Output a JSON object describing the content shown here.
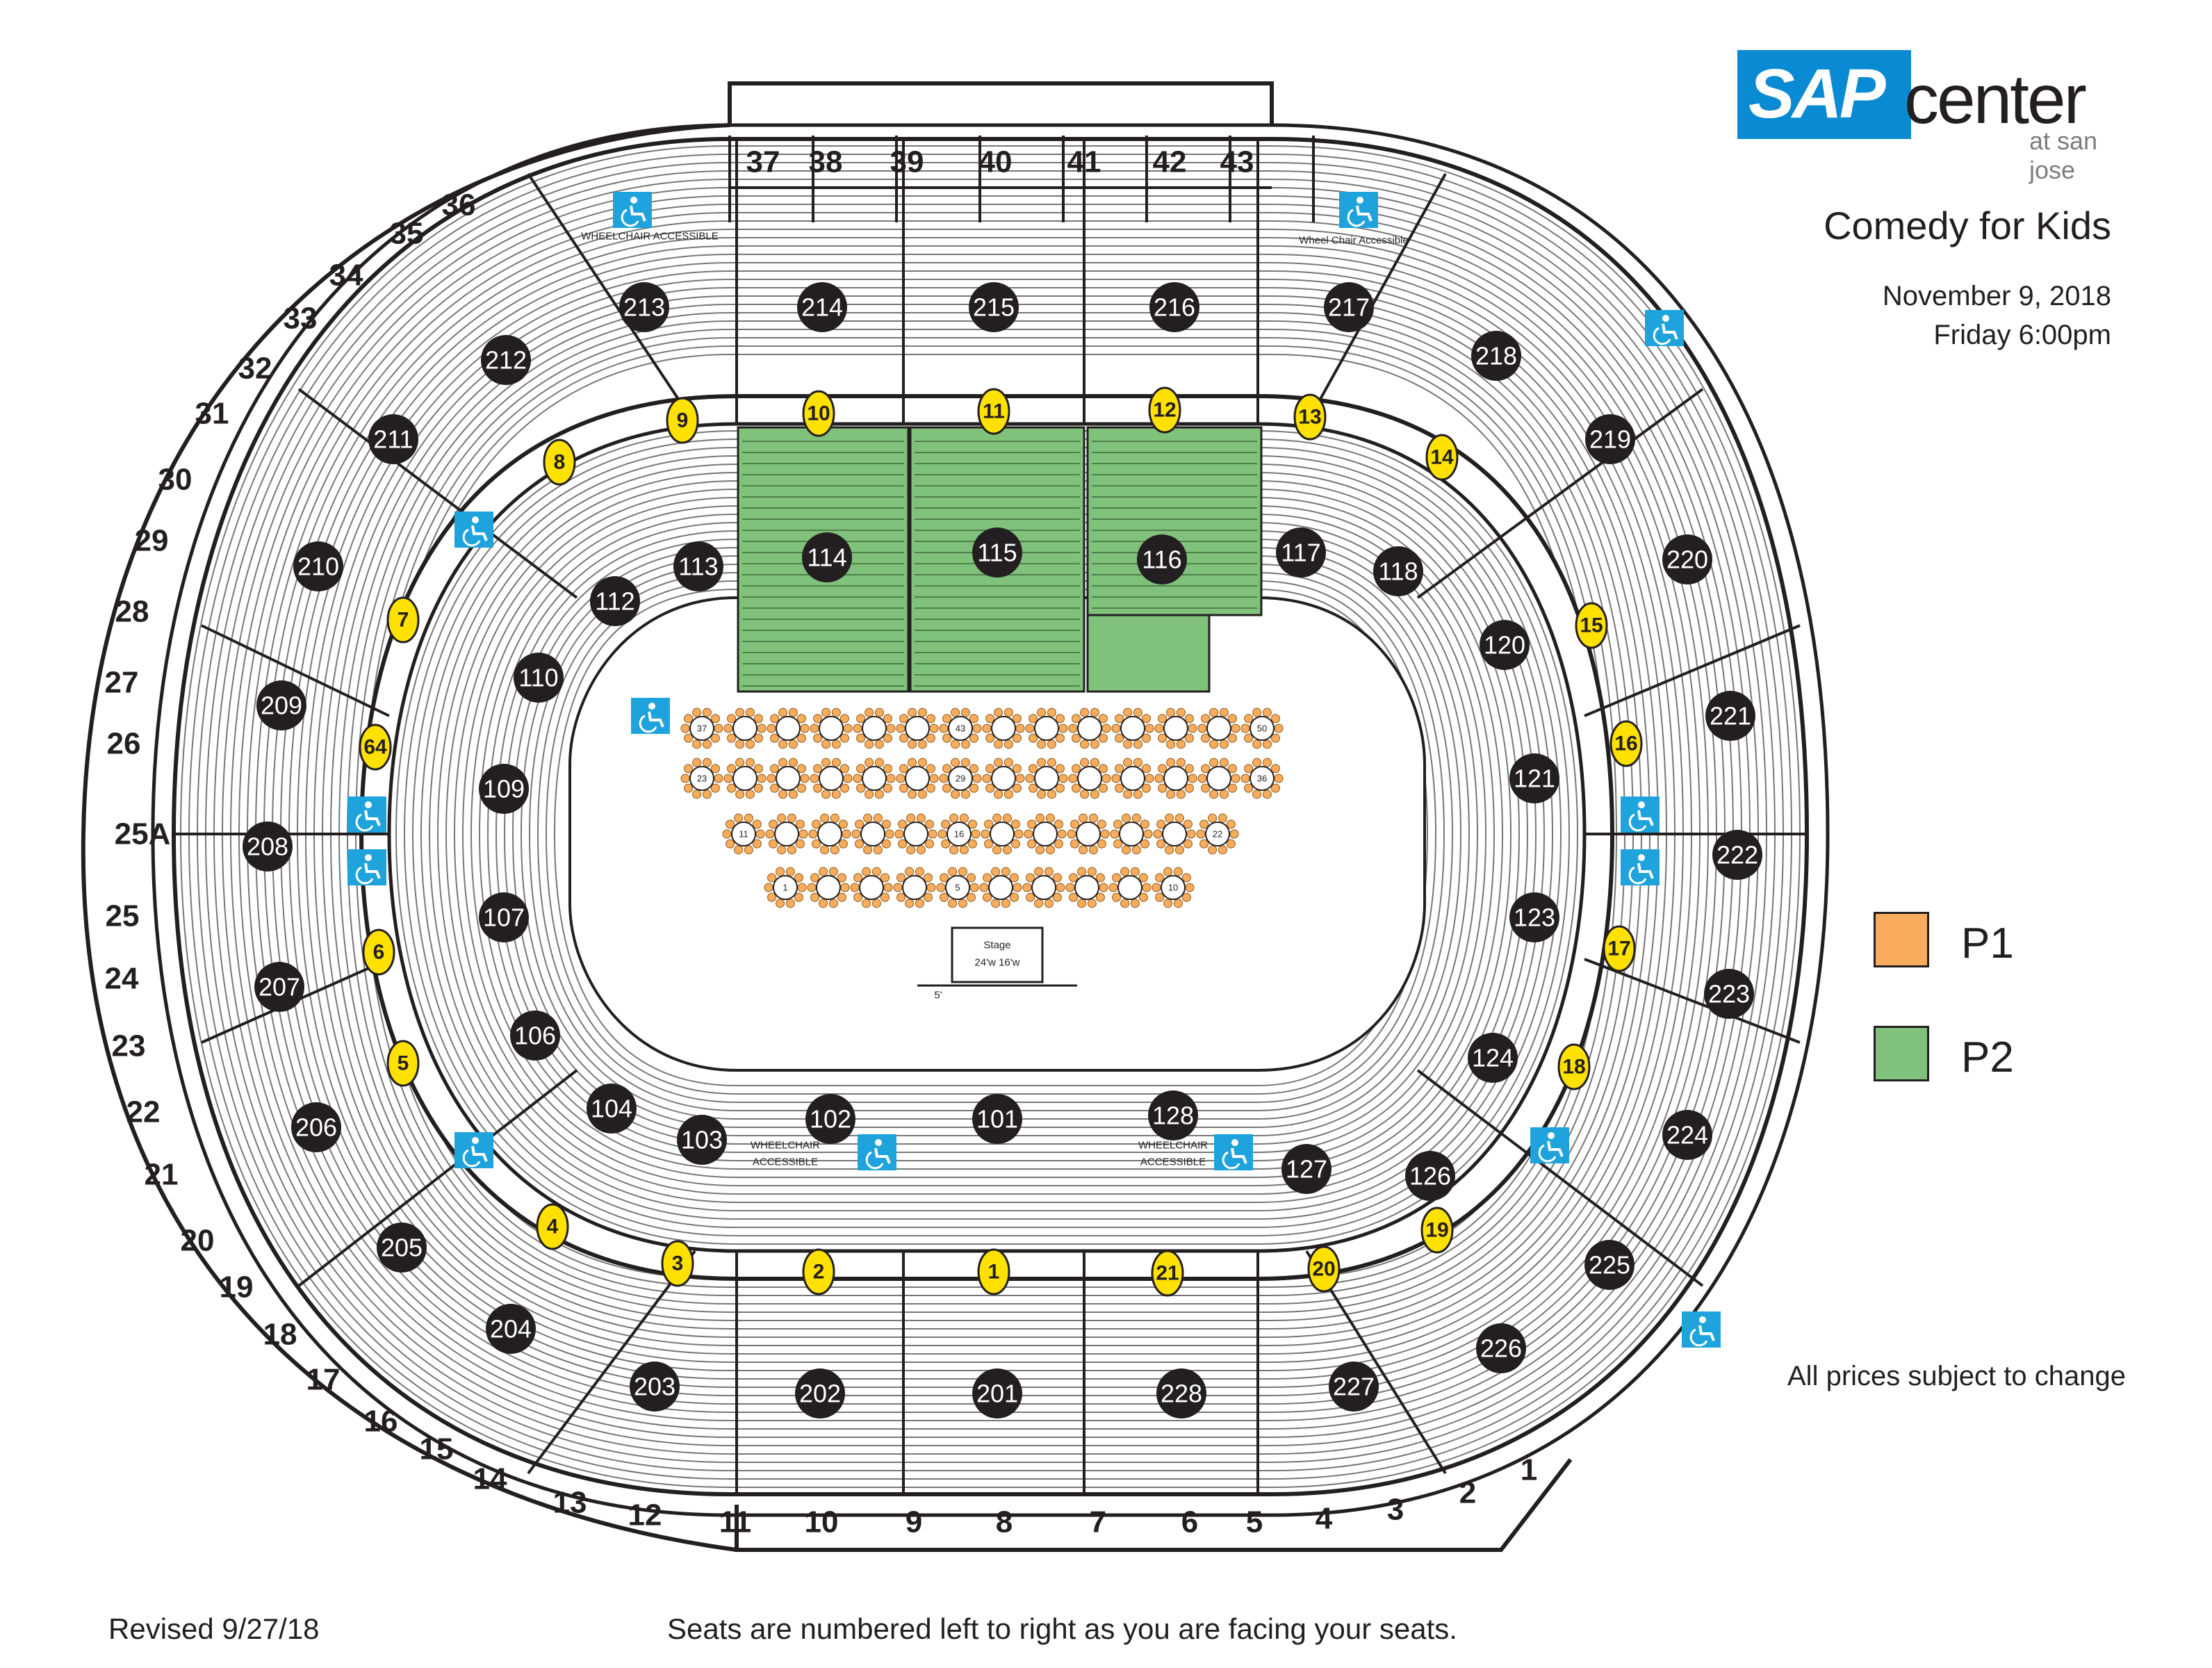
{
  "venue": {
    "logo_text": "SAP",
    "name": "center",
    "subtitle": "at san jose"
  },
  "event": {
    "title": "Comedy for Kids",
    "date": "November 9, 2018",
    "time": "Friday 6:00pm"
  },
  "legend": [
    {
      "label": "P1",
      "color": "#f9ad5c"
    },
    {
      "label": "P2",
      "color": "#80c17c"
    }
  ],
  "notes": {
    "prices": "All prices subject to change",
    "revised": "Revised 9/27/18",
    "seating": "Seats are numbered left to right as you are facing your seats."
  },
  "stage": {
    "label": "Stage",
    "dimensions": "24'w 16'w",
    "gap": "5'"
  },
  "colors": {
    "section_circle": "#231f20",
    "vomitory": "#ffe100",
    "floor_p2": "#80c17c",
    "tables_p1": "#f9ad5c",
    "accessibility": "#1ea3dc"
  },
  "map": {
    "wheelchair_text": [
      "WHEELCHAIR ACCESSIBLE",
      "Wheel Chair Accessible",
      "WHEELCHAIR",
      "ACCESSIBLE",
      "WHEELCHAIR",
      "ACCESSIBLE"
    ],
    "accessibility_icon": "wheelchair-icon",
    "lower_sections": [
      "101",
      "102",
      "103",
      "104",
      "106",
      "107",
      "109",
      "110",
      "112",
      "113",
      "114",
      "115",
      "116",
      "117",
      "118",
      "120",
      "121",
      "123",
      "124",
      "126",
      "127",
      "128"
    ],
    "upper_sections": [
      "201",
      "202",
      "203",
      "204",
      "205",
      "206",
      "207",
      "208",
      "209",
      "210",
      "211",
      "212",
      "213",
      "214",
      "215",
      "216",
      "217",
      "218",
      "219",
      "220",
      "221",
      "222",
      "223",
      "224",
      "225",
      "226",
      "227",
      "228"
    ],
    "portals": [
      "1",
      "2",
      "3",
      "4",
      "5",
      "6",
      "7",
      "8",
      "9",
      "10",
      "11",
      "12",
      "13",
      "14",
      "15",
      "16",
      "17",
      "18",
      "19",
      "20",
      "21",
      "64"
    ],
    "suites": [
      "1",
      "2",
      "3",
      "4",
      "5",
      "6",
      "7",
      "8",
      "9",
      "10",
      "11",
      "12",
      "13",
      "14",
      "15",
      "16",
      "17",
      "18",
      "19",
      "20",
      "21",
      "22",
      "23",
      "24",
      "25",
      "25A",
      "26",
      "27",
      "28",
      "29",
      "30",
      "31",
      "32",
      "33",
      "34",
      "35",
      "36",
      "37",
      "38",
      "39",
      "40",
      "41",
      "42",
      "43"
    ],
    "floor_sections_p2": [
      "114",
      "115",
      "116"
    ],
    "table_numbers_p1": [
      "37",
      "43",
      "50",
      "23",
      "29",
      "36",
      "11",
      "16",
      "22",
      "1",
      "5",
      "10"
    ]
  }
}
